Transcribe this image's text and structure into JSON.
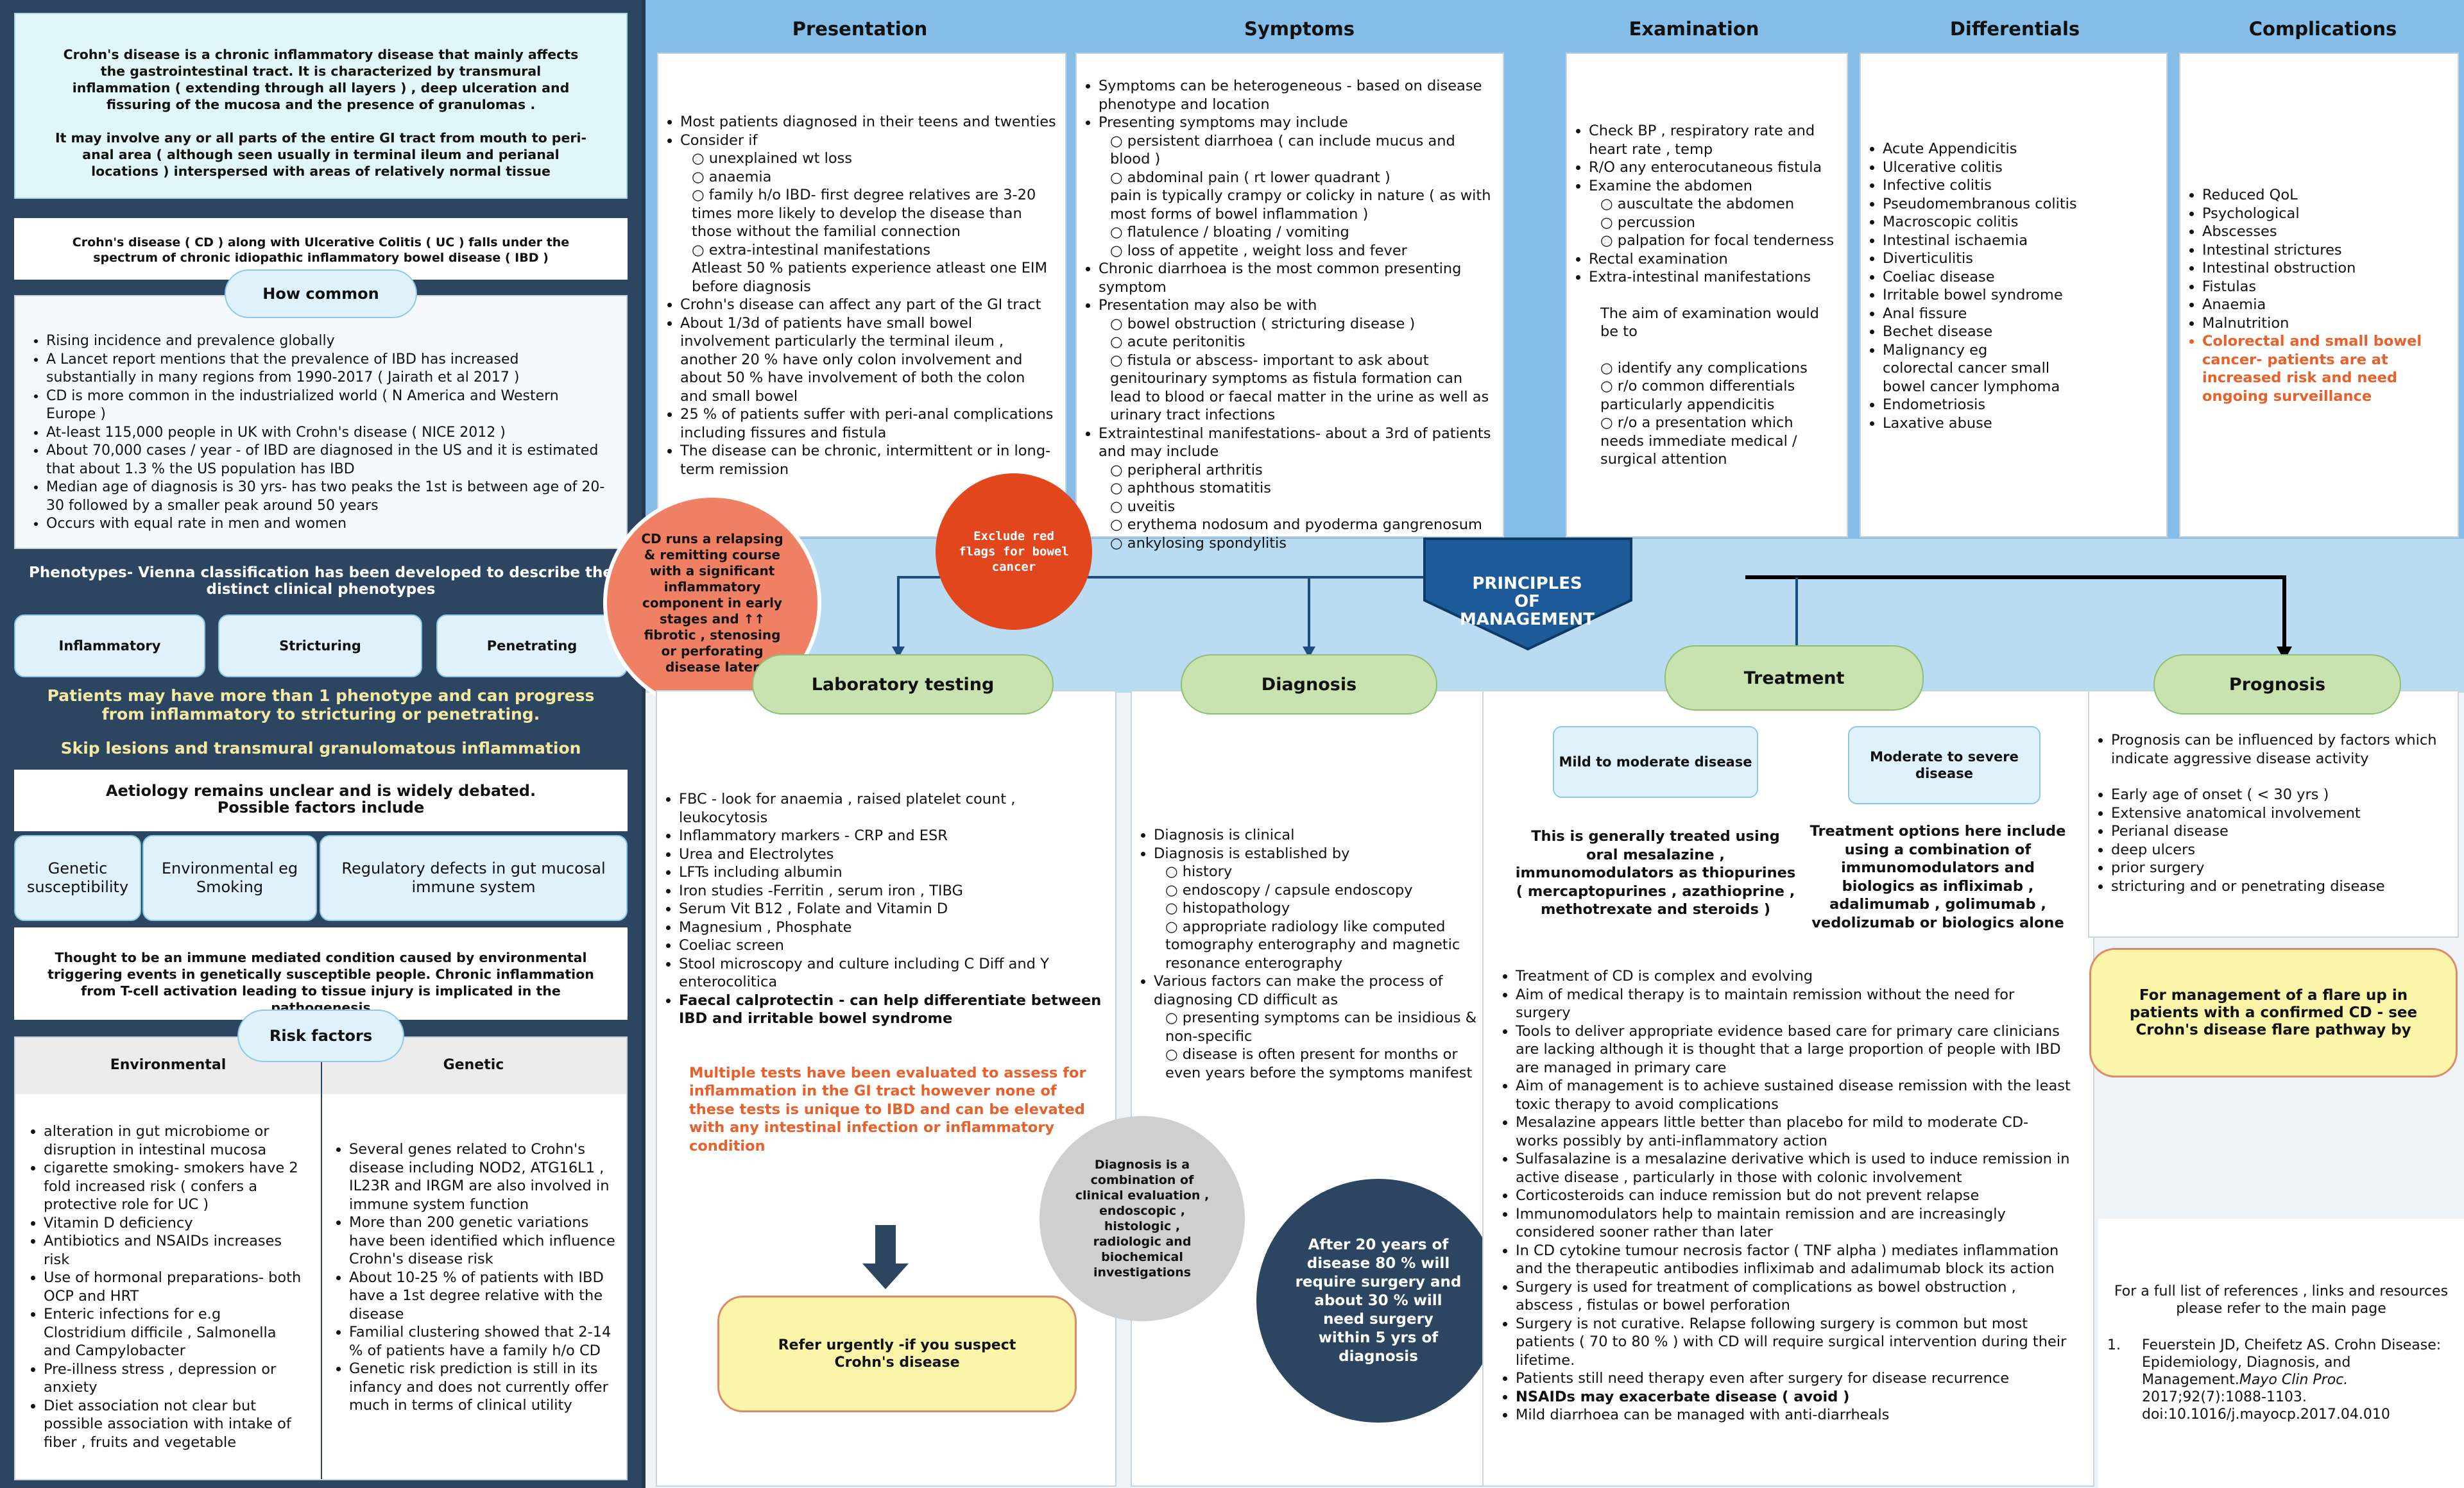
{
  "intro": {
    "para1": "Crohn's disease is a chronic inflammatory disease that mainly affects the gastrointestinal tract. It is characterized by transmural  inflammation ( extending through all layers ) , deep ulceration and fissuring of the mucosa and the presence of granulomas .",
    "para2": "It may involve any or all parts of the entire GI tract from mouth to peri-anal area ( although seen usually in terminal ileum and perianal locations ) interspersed with areas of relatively normal tissue"
  },
  "ibd_note": "Crohn's disease ( CD ) along with Ulcerative Colitis ( UC ) falls under the spectrum of chronic idiopathic inflammatory bowel disease ( IBD )",
  "how_common": {
    "title": "How common",
    "items": [
      "Rising incidence and prevalence globally",
      "A Lancet report mentions that the prevalence of IBD has increased substantially in  many regions from 1990-2017 ( Jairath et al 2017 )",
      "CD is more common in the industrialized world ( N America and Western Europe )",
      "At-least 115,000 people in UK with Crohn's disease ( NICE 2012 )",
      "About 70,000 cases / year - of IBD are diagnosed in the US and it is estimated that about 1.3 % the US population has IBD",
      "Median age of diagnosis is 30 yrs- has two peaks the 1st is between age of 20-30 followed by a smaller peak around 50 years",
      "Occurs with equal rate in men and women"
    ]
  },
  "phenotypes": {
    "title": "Phenotypes- Vienna classification has been developed to describe the distinct clinical phenotypes",
    "types": [
      "Inflammatory",
      "Stricturing",
      "Penetrating"
    ],
    "note1": "Patients may have more than 1 phenotype and can progress from inflammatory to stricturing or penetrating.",
    "note2": "Skip lesions and transmural granulomatous inflammation"
  },
  "aetiology": {
    "title": "Aetiology remains unclear and is widely debated. Possible factors include",
    "factors": [
      "Genetic susceptibility",
      "Environmental eg Smoking",
      "Regulatory defects in gut mucosal immune system"
    ],
    "note": "Thought to be an immune mediated condition caused by environmental triggering events in genetically susceptible people.  Chronic inflammation from T-cell activation leading to tissue injury is implicated in the pathogenesis"
  },
  "risk_factors": {
    "title": "Risk factors",
    "env_header": "Environmental",
    "gen_header": "Genetic",
    "environmental": [
      "alteration in gut microbiome or disruption in intestinal mucosa",
      "cigarette smoking- smokers have 2 fold increased risk ( confers a protective role for UC )",
      "Vitamin D deficiency",
      "Antibiotics and NSAIDs increases risk",
      "Use of hormonal preparations- both OCP and HRT",
      "Enteric infections for e.g Clostridium difficile , Salmonella and Campylobacter",
      "Pre-illness stress , depression or anxiety",
      "Diet association not clear but possible association with intake of fiber , fruits and vegetable"
    ],
    "genetic": [
      "Several genes related to Crohn's disease including NOD2, ATG16L1 , IL23R and IRGM are also involved in immune system function",
      "More than 200 genetic variations have been identified which influence Crohn's disease risk",
      "About 10-25 % of patients with IBD have a 1st degree relative with the disease",
      "Familial clustering showed that 2-14 % of patients have a family h/o CD",
      "Genetic risk prediction is still in its infancy and does not currently offer much in terms of clinical utility"
    ]
  },
  "cd_course_circle": "CD runs a relapsing & remitting course with a significant inflammatory component in early stages and ↑↑ fibrotic , stenosing or perforating disease later",
  "red_flags_circle": "Exclude red flags for bowel cancer",
  "headers": {
    "presentation": "Presentation",
    "symptoms": "Symptoms",
    "examination": "Examination",
    "differentials": "Differentials",
    "complications": "Complications"
  },
  "presentation": {
    "items": [
      "Most patients diagnosed in their teens and twenties",
      "Consider if"
    ],
    "consider_sub": [
      "unexplained wt loss",
      "anaemia",
      "family h/o IBD- first degree relatives are 3-20 times more likely to develop the disease than those without the familial connection",
      "extra-intestinal manifestations"
    ],
    "eim_note": "Atleast 50 % patients experience atleast one EIM before diagnosis",
    "items2": [
      "Crohn's disease can affect any part of the GI tract",
      "About 1/3d of patients have small bowel involvement particularly the terminal ileum , another 20 % have only colon involvement and about 50 % have involvement of both the colon and small bowel",
      "25 % of patients suffer with peri-anal complications including fissures and fistula",
      "The disease can be chronic, intermittent or in long-term remission"
    ]
  },
  "symptoms": {
    "item1": "Symptoms can be heterogeneous - based on disease phenotype and location",
    "item2": "Presenting symptoms may include",
    "sub1": [
      "persistent diarrhoea ( can include mucus and blood )",
      "abdominal pain ( rt lower quadrant )"
    ],
    "pain_note": "pain is typically crampy or colicky in nature ( as with most forms of bowel inflammation )",
    "sub2": [
      "flatulence / bloating / vomiting",
      "loss of appetite , weight loss and fever"
    ],
    "item3": "Chronic diarrhoea is the most common presenting symptom",
    "item4": "Presentation may also be with",
    "sub3": [
      "bowel obstruction ( stricturing disease )",
      "acute peritonitis",
      "fistula or abscess- important to ask about genitourinary symptoms as fistula formation can lead to blood or faecal matter in the urine as well as urinary tract infections"
    ],
    "item5": "Extraintestinal manifestations- about a 3rd of patients and may include",
    "sub4": [
      "peripheral arthritis",
      "aphthous stomatitis",
      "uveitis",
      "erythema nodosum and pyoderma gangrenosum",
      "ankylosing spondylitis"
    ]
  },
  "examination": {
    "items": [
      "Check BP , respiratory rate and heart rate , temp",
      "R/O any enterocutaneous fistula",
      "Examine the abdomen"
    ],
    "abdomen_sub": [
      "auscultate the abdomen",
      "percussion",
      "palpation for focal tenderness"
    ],
    "items2": [
      "Rectal examination",
      "Extra-intestinal manifestations"
    ],
    "aim": "The aim of examination would be to",
    "aim_sub": [
      "identify any complications",
      "r/o common differentials particularly appendicitis",
      "r/o a presentation which needs immediate medical / surgical attention"
    ]
  },
  "differentials": {
    "items": [
      "Acute Appendicitis",
      "Ulcerative colitis",
      "Infective colitis",
      "Pseudomembranous colitis",
      "Macroscopic colitis",
      "Intestinal ischaemia",
      "Diverticulitis",
      "Coeliac disease",
      "Irritable bowel syndrome",
      "Anal fissure",
      "Bechet disease",
      "Malignancy eg colorectal cancer small bowel cancer lymphoma",
      "Endometriosis",
      "Laxative abuse"
    ]
  },
  "complications": {
    "items": [
      "Reduced QoL",
      "Psychological",
      "Abscesses",
      "Intestinal strictures",
      "Intestinal obstruction",
      "Fistulas",
      "Anaemia",
      "Malnutrition"
    ],
    "highlight": "Colorectal and small bowel cancer- patients are at increased risk and need ongoing surveillance"
  },
  "principles": "PRINCIPLES OF MANAGEMENT",
  "lab": {
    "title": "Laboratory testing",
    "items": [
      "FBC - look for anaemia , raised platelet count , leukocytosis",
      "Inflammatory markers - CRP  and ESR",
      "Urea and Electrolytes",
      "LFTs including albumin",
      "Iron studies -Ferritin , serum iron , TIBG",
      "Serum Vit B12 , Folate and Vitamin D",
      "Magnesium , Phosphate",
      "Coeliac screen",
      "Stool microscopy and culture including C Diff and Y enterocolitica"
    ],
    "bold_item": "Faecal calprotectin - can help differentiate between IBD and irritable bowel syndrome",
    "orange_note": "Multiple tests have been evaluated to assess for inflammation in the GI tract however none of these tests is unique to IBD and can be elevated with any intestinal infection or inflammatory condition"
  },
  "refer": "Refer urgently  -if you suspect Crohn's disease",
  "diagnosis": {
    "title": "Diagnosis",
    "items": [
      "Diagnosis is clinical",
      "Diagnosis is established by"
    ],
    "sub": [
      "history",
      "endoscopy / capsule endoscopy",
      "histopathology",
      "appropriate radiology like computed tomography enterography and magnetic resonance enterography"
    ],
    "item3": "Various factors can make the process of diagnosing CD difficult as",
    "sub2": [
      "presenting symptoms can be insidious & non-specific",
      "disease is often present for months or even years before the symptoms manifest"
    ]
  },
  "diag_circle": "Diagnosis is a combination of clinical evaluation , endoscopic , histologic , radiologic and biochemical investigations",
  "surgery_circle": "After 20 years of disease 80 % will require surgery and about 30 % will need surgery within 5 yrs of diagnosis",
  "treatment": {
    "title": "Treatment",
    "mild_title": "Mild to moderate disease",
    "moderate_title": "Moderate to severe disease",
    "mild_text": "This is generally treated using oral mesalazine , immunomodulators as thiopurines ( mercaptopurines , azathioprine , methotrexate and steroids )",
    "moderate_text": "Treatment options here include using a combination of immunomodulators and biologics as infliximab , adalimumab , golimumab , vedolizumab or biologics alone",
    "items": [
      "Treatment of CD is complex and evolving",
      "Aim of medical therapy is to maintain remission without the need for surgery",
      "Tools to deliver appropriate evidence based care for primary care clinicians are lacking although it is thought that a large proportion of people with IBD are managed in primary care",
      "Aim of management is to achieve sustained disease remission with the least toxic therapy to avoid complications",
      "Mesalazine appears little better than placebo for mild to moderate CD- works possibly by anti-inflammatory action",
      "Sulfasalazine is a mesalazine derivative which is used to induce remission in active disease , particularly in those with colonic involvement",
      "Corticosteroids can induce remission but do not prevent relapse",
      "Immunomodulators help to maintain  remission and are increasingly considered sooner rather than later",
      "In CD cytokine tumour necrosis factor ( TNF alpha ) mediates inflammation and the therapeutic antibodies infliximab and adalimumab block its action",
      "Surgery is used for treatment of complications as bowel obstruction , abscess , fistulas or bowel perforation",
      "Surgery is not curative. Relapse following surgery is  common but most patients  ( 70 to 80 % ) with CD will require surgical intervention during their lifetime.",
      "Patients still need therapy even after surgery for disease recurrence"
    ],
    "bold_item": "NSAIDs may exacerbate disease ( avoid )",
    "last_item": "Mild diarrhoea can be managed with anti-diarrheals"
  },
  "prognosis": {
    "title": "Prognosis",
    "item1": "Prognosis can be influenced by factors which indicate aggressive disease activity",
    "items": [
      "Early age of onset ( < 30 yrs )",
      "Extensive anatomical involvement",
      "Perianal disease",
      "deep ulcers",
      "prior surgery",
      "stricturing and or penetrating disease"
    ]
  },
  "flare": "For management of a flare up in patients with a confirmed CD - see Crohn's disease flare pathway by",
  "references": {
    "intro": "For a full list of references , links and resources please  refer to the main page",
    "ref1_prefix": "Feuerstein JD, Cheifetz AS. Crohn Disease: Epidemiology, Diagnosis, and Management.",
    "ref1_journal": "Mayo Clin Proc.",
    "ref1_suffix": " 2017;92(7):1088-1103. doi:10.1016/j.mayocp.2017.04.010"
  },
  "colors": {
    "left_panel": "#2c4560",
    "top_band": "#84bde8",
    "mid_band": "#b9dcf2",
    "pill_green": "#c8e3b0",
    "orange_accent": "#e8612c",
    "principles_blue": "#1d5a99"
  }
}
